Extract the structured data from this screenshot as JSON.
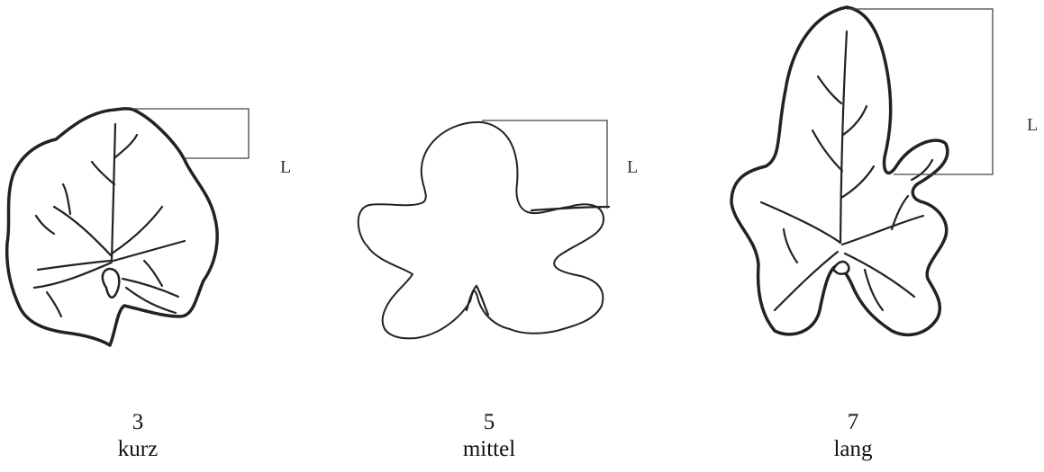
{
  "leaves": [
    {
      "id": "leaf-3",
      "number": "3",
      "label": "kurz",
      "length_marker": "L"
    },
    {
      "id": "leaf-5",
      "number": "5",
      "label": "mittel",
      "length_marker": "L"
    },
    {
      "id": "leaf-7",
      "number": "7",
      "label": "lang",
      "length_marker": "L"
    }
  ],
  "colors": {
    "ink": "#222222",
    "background": "#ffffff"
  }
}
